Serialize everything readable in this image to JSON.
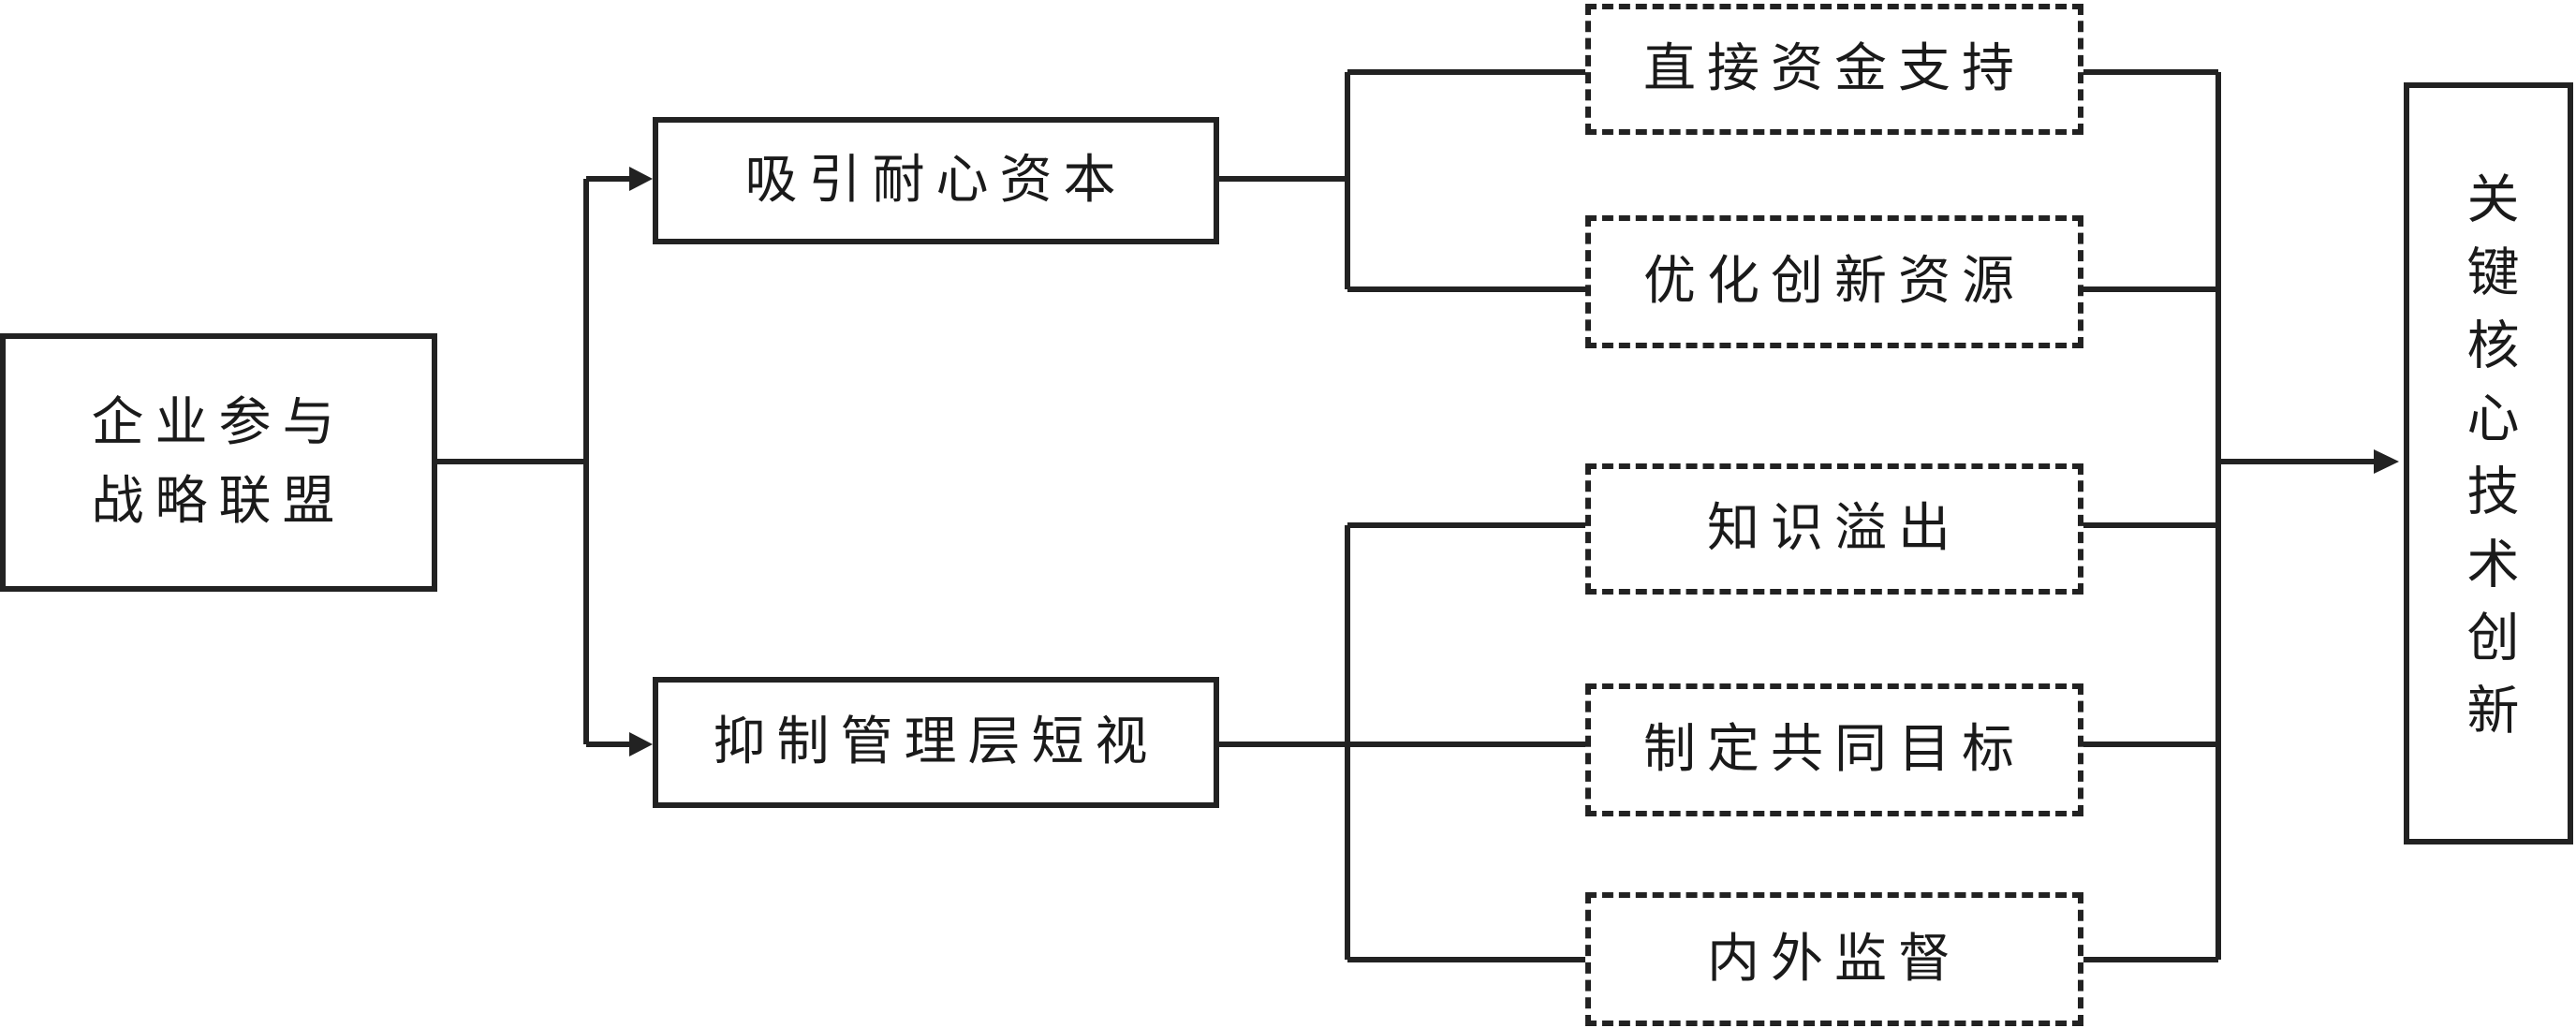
{
  "diagram": {
    "source": {
      "line1": "企业参与",
      "line2": "战略联盟"
    },
    "mechanisms": [
      {
        "label": "吸引耐心资本"
      },
      {
        "label": "抑制管理层短视"
      }
    ],
    "paths": [
      {
        "label": "直接资金支持"
      },
      {
        "label": "优化创新资源"
      },
      {
        "label": "知识溢出"
      },
      {
        "label": "制定共同目标"
      },
      {
        "label": "内外监督"
      }
    ],
    "outcome": {
      "label": "关键核心技术创新"
    },
    "colors": {
      "line": "#222222",
      "background": "#ffffff"
    }
  }
}
